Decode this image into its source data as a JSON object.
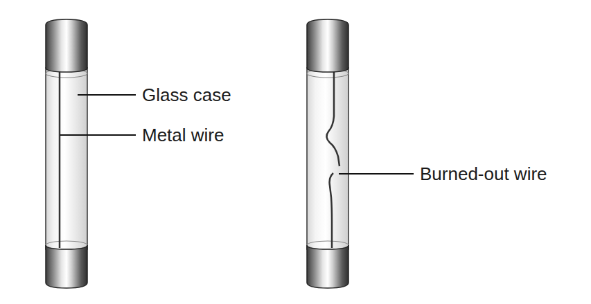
{
  "diagram": {
    "labels": [
      "Glass case",
      "Metal wire",
      "Burned-out wire"
    ]
  }
}
